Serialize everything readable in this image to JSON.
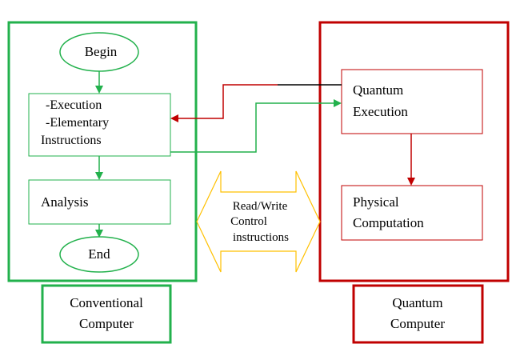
{
  "colors": {
    "conventional": "#22b14c",
    "quantum": "#c00000",
    "arrow_yellow": "#ffc000",
    "black": "#000000"
  },
  "conventional": {
    "begin": "Begin",
    "execution_lines": [
      "-Execution",
      "-Elementary",
      "Instructions"
    ],
    "analysis": "Analysis",
    "end": "End",
    "caption_lines": [
      "Conventional",
      "Computer"
    ]
  },
  "quantum": {
    "execution_lines": [
      "Quantum",
      "Execution"
    ],
    "physical_lines": [
      "Physical",
      "Computation"
    ],
    "caption_lines": [
      "Quantum",
      "Computer"
    ]
  },
  "interface": {
    "lines": [
      "Read/Write",
      "Control",
      "instructions"
    ]
  }
}
